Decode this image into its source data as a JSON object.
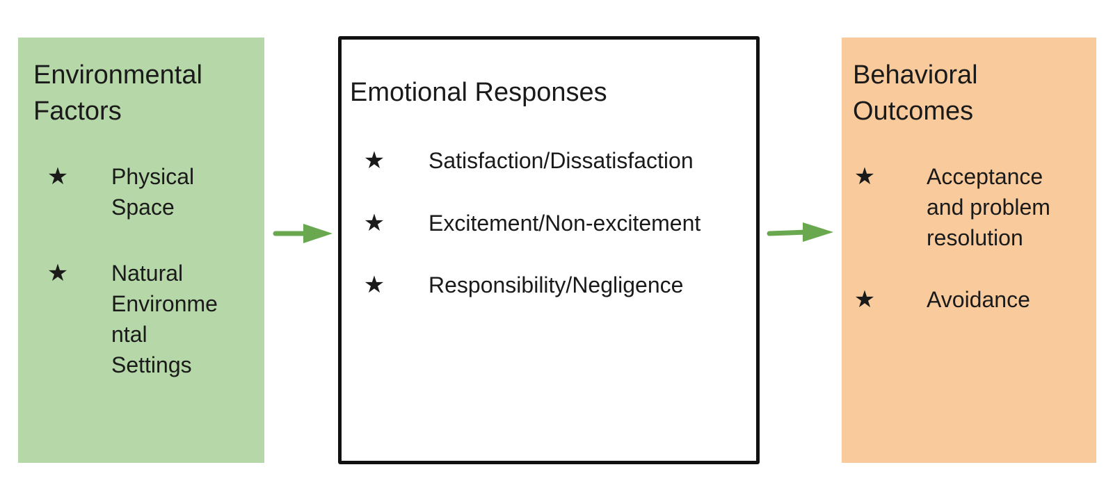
{
  "colors": {
    "environmental_fill": "#b6d7a8",
    "behavioral_fill": "#f9cb9c",
    "emotional_border": "#111111",
    "arrow": "#6aa84f"
  },
  "environmental": {
    "title": "Environmental\nFactors",
    "items": [
      {
        "icon": "star-icon",
        "text": "Physical\nSpace"
      },
      {
        "icon": "star-icon",
        "text": "Natural\nEnvironme\nntal\nSettings"
      }
    ]
  },
  "emotional": {
    "title": "Emotional Responses",
    "items": [
      {
        "icon": "star-icon",
        "text": "Satisfaction/Dissatisfaction"
      },
      {
        "icon": "star-icon",
        "text": "Excitement/Non-excitement"
      },
      {
        "icon": "star-icon",
        "text": "Responsibility/Negligence"
      }
    ]
  },
  "behavioral": {
    "title": "Behavioral\nOutcomes",
    "items": [
      {
        "icon": "star-icon",
        "text": "Acceptance\nand problem\nresolution"
      },
      {
        "icon": "star-icon",
        "text": "Avoidance"
      }
    ]
  },
  "arrows": [
    {
      "from": "environmental",
      "to": "emotional"
    },
    {
      "from": "emotional",
      "to": "behavioral"
    }
  ],
  "glyphs": {
    "star": "★"
  }
}
